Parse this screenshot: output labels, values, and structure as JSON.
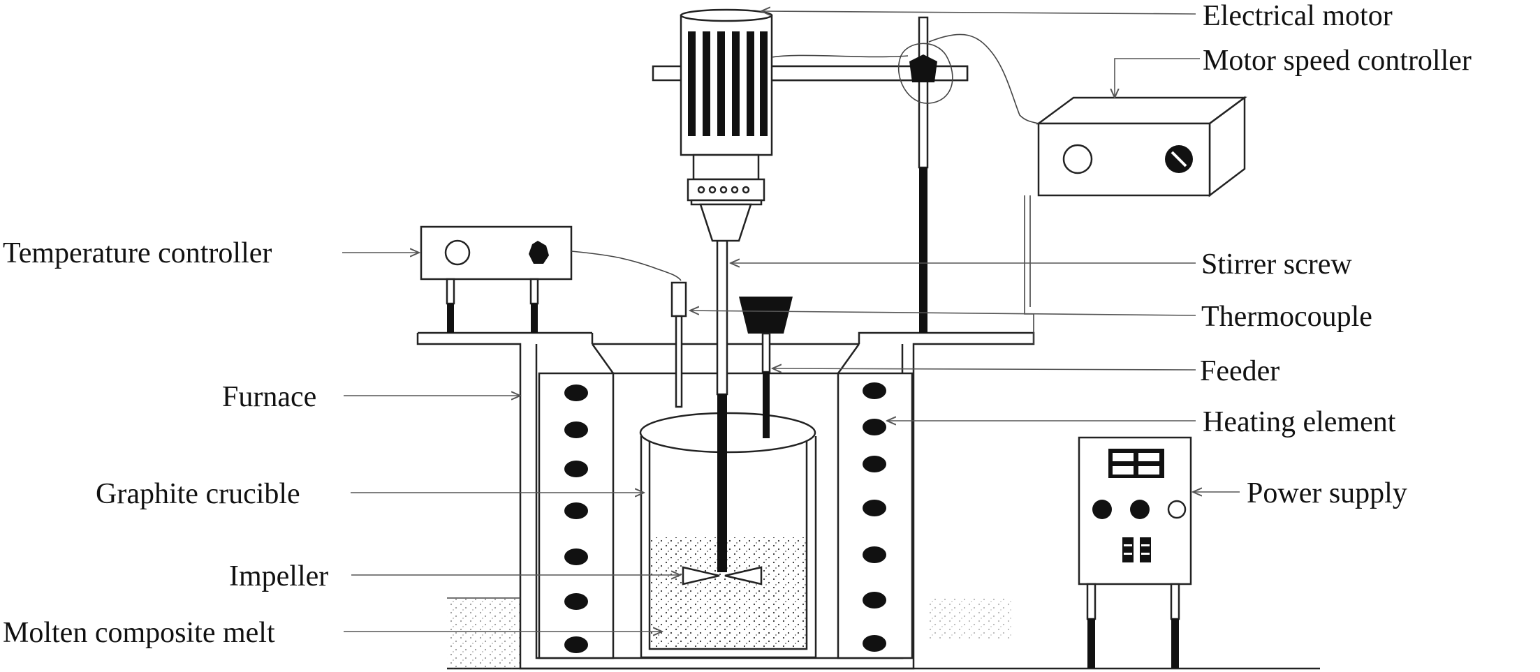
{
  "labels": {
    "electrical_motor": "Electrical motor",
    "motor_speed_controller": "Motor speed controller",
    "temperature_controller": "Temperature controller",
    "stirrer_screw": "Stirrer screw",
    "thermocouple": "Thermocouple",
    "feeder": "Feeder",
    "furnace": "Furnace",
    "heating_element": "Heating element",
    "graphite_crucible": "Graphite crucible",
    "power_supply": "Power supply",
    "impeller": "Impeller",
    "molten_composite_melt": "Molten composite melt"
  },
  "colors": {
    "line": "#222222",
    "fill_dark": "#111111",
    "background": "#ffffff"
  }
}
